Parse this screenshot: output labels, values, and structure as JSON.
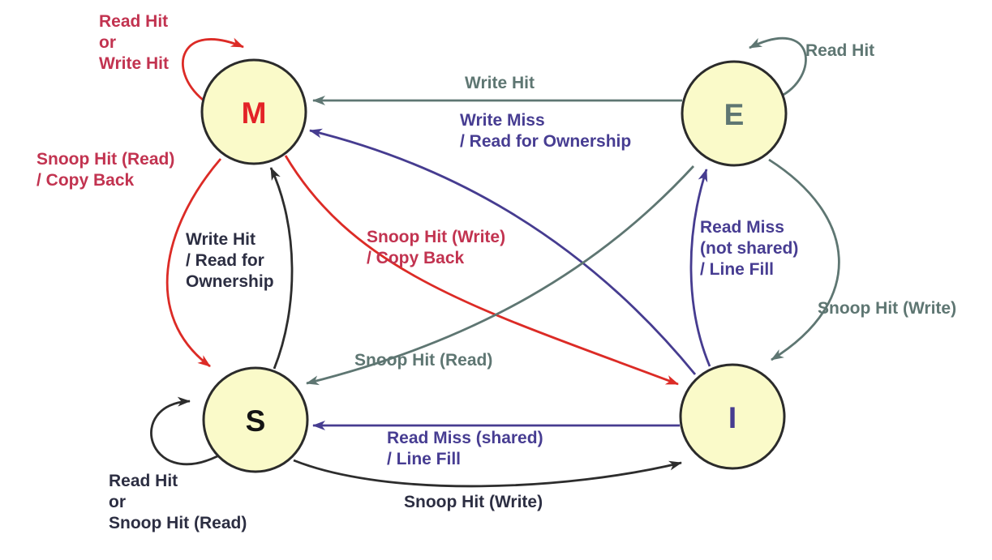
{
  "diagram_type": "state-machine",
  "states": [
    {
      "id": "M",
      "label": "M",
      "color": "#e32227"
    },
    {
      "id": "E",
      "label": "E",
      "color": "#5e7672"
    },
    {
      "id": "S",
      "label": "S",
      "color": "#141414"
    },
    {
      "id": "I",
      "label": "I",
      "color": "#463c90"
    }
  ],
  "node_style": {
    "fill": "#fafac9",
    "border": "#2b2b2b"
  },
  "colors": {
    "red_line": "#dc2b26",
    "red_text": "#c23350",
    "gray": "#5e7672",
    "purple": "#463c90",
    "black_line": "#2d2d2d",
    "black_text": "#2c2e42",
    "background": "#ffffff"
  },
  "transitions": [
    {
      "from": "M",
      "to": "M",
      "color": "red",
      "label_lines": [
        "Read Hit",
        "or",
        "Write Hit"
      ]
    },
    {
      "from": "E",
      "to": "E",
      "color": "gray",
      "label_lines": [
        "Read Hit"
      ]
    },
    {
      "from": "E",
      "to": "M",
      "color": "gray",
      "label_lines": [
        "Write Hit"
      ]
    },
    {
      "from": "I",
      "to": "M",
      "color": "purple",
      "label_lines": [
        "Write Miss",
        "/ Read for Ownership"
      ]
    },
    {
      "from": "M",
      "to": "S",
      "color": "red",
      "label_lines": [
        "Snoop Hit (Read)",
        "/ Copy Back"
      ]
    },
    {
      "from": "S",
      "to": "M",
      "color": "black",
      "label_lines": [
        "Write Hit",
        "/ Read for",
        "Ownership"
      ]
    },
    {
      "from": "M",
      "to": "I",
      "color": "red",
      "label_lines": [
        "Snoop Hit (Write)",
        "/ Copy Back"
      ]
    },
    {
      "from": "I",
      "to": "E",
      "color": "purple",
      "label_lines": [
        "Read Miss",
        "(not shared)",
        "/ Line Fill"
      ]
    },
    {
      "from": "E",
      "to": "I",
      "color": "gray",
      "label_lines": [
        "Snoop Hit (Write)"
      ]
    },
    {
      "from": "E",
      "to": "S",
      "color": "gray",
      "label_lines": [
        "Snoop Hit (Read)"
      ]
    },
    {
      "from": "I",
      "to": "S",
      "color": "purple",
      "label_lines": [
        "Read Miss (shared)",
        "/ Line Fill"
      ]
    },
    {
      "from": "S",
      "to": "I",
      "color": "black",
      "label_lines": [
        "Snoop Hit (Write)"
      ]
    },
    {
      "from": "S",
      "to": "S",
      "color": "black",
      "label_lines": [
        "Read Hit",
        "or",
        "Snoop Hit (Read)"
      ]
    }
  ]
}
